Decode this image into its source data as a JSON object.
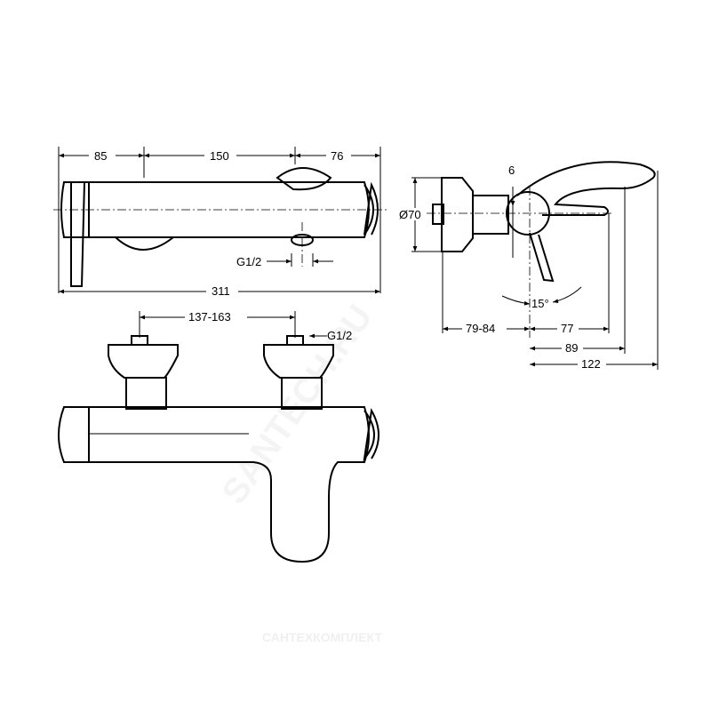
{
  "drawing": {
    "front_view": {
      "dim_left": "85",
      "dim_middle": "150",
      "dim_right": "76",
      "dim_total": "311",
      "thread": "G1/2"
    },
    "bottom_view": {
      "dim_centers": "137-163",
      "thread": "G1/2"
    },
    "side_view": {
      "dim_gap": "6",
      "dim_diameter": "Ø70",
      "angle": "15°",
      "dim_wall": "79-84",
      "dim_77": "77",
      "dim_89": "89",
      "dim_122": "122"
    }
  },
  "watermarks": {
    "diagonal": "SANTECH.RU",
    "footer": "САНТЕХКОМПЛЕКТ"
  }
}
